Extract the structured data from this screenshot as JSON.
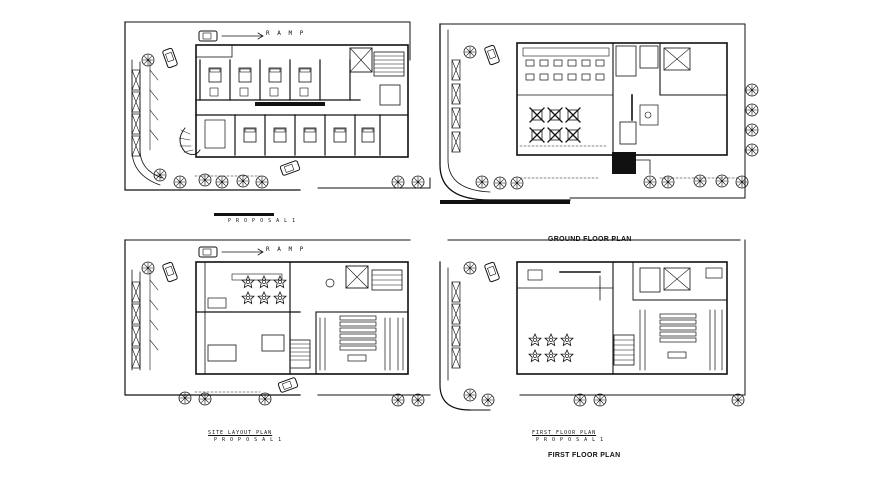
{
  "drawing": {
    "labels": {
      "ramp_top": "R A M P",
      "ramp_bottom": "R A M P",
      "proposal_top": "P R O P O S A L   1",
      "ground_floor_plan": "GROUND FLOOR PLAN",
      "site_layout_plan": "SITE LAYOUT PLAN",
      "proposal_bottom_left": "P R O P O S A L   1",
      "first_floor_plan_small": "FIRST FLOOR PLAN",
      "proposal_bottom_right": "P R O P O S A L   1",
      "first_floor_plan": "FIRST FLOOR PLAN"
    },
    "colors": {
      "ink": "#111111",
      "paper": "#ffffff"
    }
  }
}
